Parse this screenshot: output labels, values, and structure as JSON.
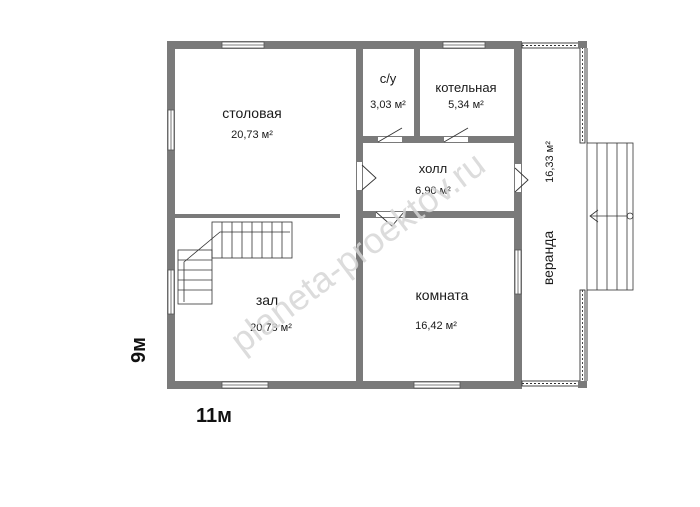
{
  "rooms": {
    "dining": {
      "name": "столовая",
      "area": "20,73 м²"
    },
    "wc": {
      "name": "с/у",
      "area": "3,03 м²"
    },
    "boiler": {
      "name": "котельная",
      "area": "5,34 м²"
    },
    "hall": {
      "name": "холл",
      "area": "6,90 м²"
    },
    "zal": {
      "name": "зал",
      "area": "20,73 м²"
    },
    "room": {
      "name": "комната",
      "area": "16,42 м²"
    },
    "veranda": {
      "name": "веранда",
      "area": "16,33 м²"
    }
  },
  "dimensions": {
    "width": "11м",
    "height": "9м"
  },
  "watermark": "planeta-proektov.ru",
  "colors": {
    "wall": "#7a7a7a",
    "line": "#333333"
  }
}
